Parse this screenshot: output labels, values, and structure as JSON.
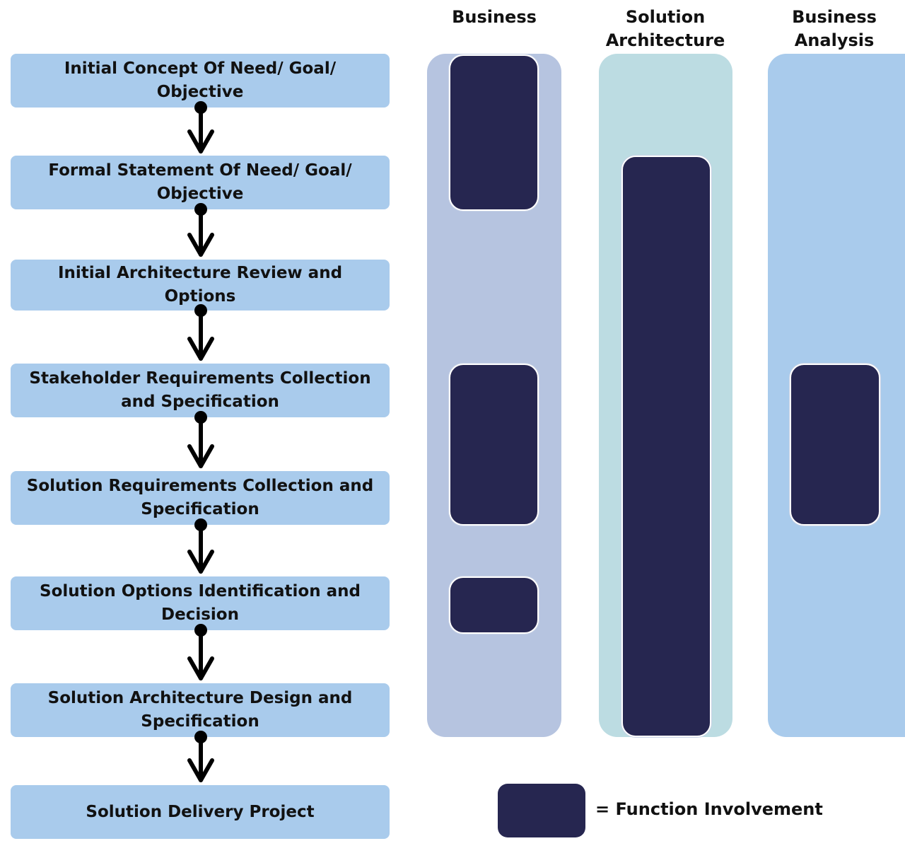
{
  "steps": [
    "Initial Concept Of Need/ Goal/ Objective",
    "Formal Statement Of Need/ Goal/ Objective",
    "Initial Architecture Review and Options",
    "Stakeholder Requirements Collection and Specification",
    "Solution Requirements Collection and Specification",
    "Solution Options Identification and Decision",
    "Solution Architecture Design and Specification",
    "Solution Delivery Project"
  ],
  "columns": [
    {
      "label": "Business",
      "lane_color": "#b6c4e0"
    },
    {
      "label": "Solution\nArchitecture",
      "lane_color": "#bcdce2"
    },
    {
      "label": "Business\nAnalysis",
      "lane_color": "#a9cbec"
    }
  ],
  "involvement": {
    "Business": [
      "Initial Concept Of Need/ Goal/ Objective",
      "Formal Statement Of Need/ Goal/ Objective",
      "Stakeholder Requirements Collection and Specification",
      "Solution Requirements Collection and Specification",
      "Solution Options Identification and Decision"
    ],
    "Solution Architecture": [
      "Formal Statement Of Need/ Goal/ Objective",
      "Initial Architecture Review and Options",
      "Stakeholder Requirements Collection and Specification",
      "Solution Requirements Collection and Specification",
      "Solution Options Identification and Decision",
      "Solution Architecture Design and Specification"
    ],
    "Business Analysis": [
      "Stakeholder Requirements Collection and Specification",
      "Solution Requirements Collection and Specification"
    ]
  },
  "legend": {
    "label": "= Function Involvement",
    "color": "#262650"
  },
  "colors": {
    "step_fill": "#a9cbec",
    "block_fill": "#262650",
    "arrow": "#000000"
  }
}
